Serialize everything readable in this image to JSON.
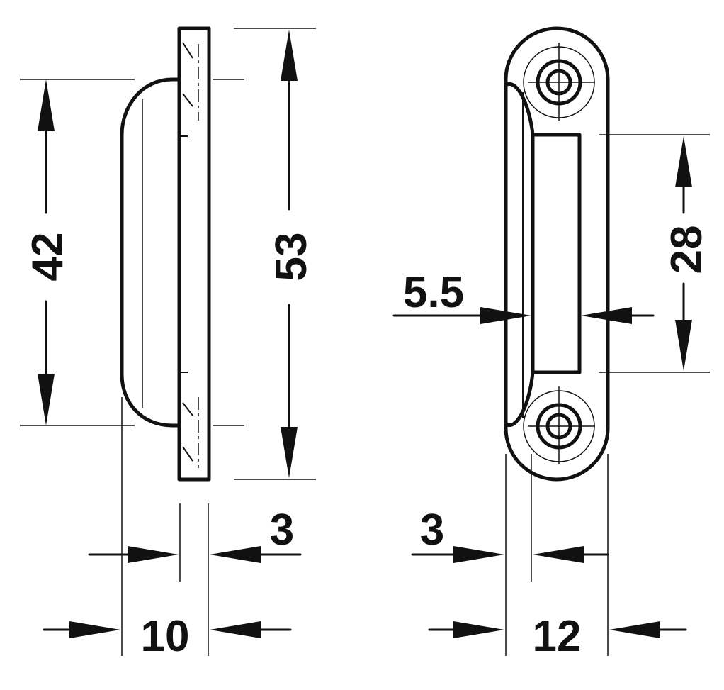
{
  "dimensions": {
    "side_height": "42",
    "total_height": "53",
    "side_plate_thickness": "3",
    "side_total_depth": "10",
    "slot_offset": "5.5",
    "slot_height": "28",
    "front_wall_thickness": "3",
    "front_width": "12"
  },
  "colors": {
    "ink": "#111111",
    "background": "#ffffff"
  }
}
